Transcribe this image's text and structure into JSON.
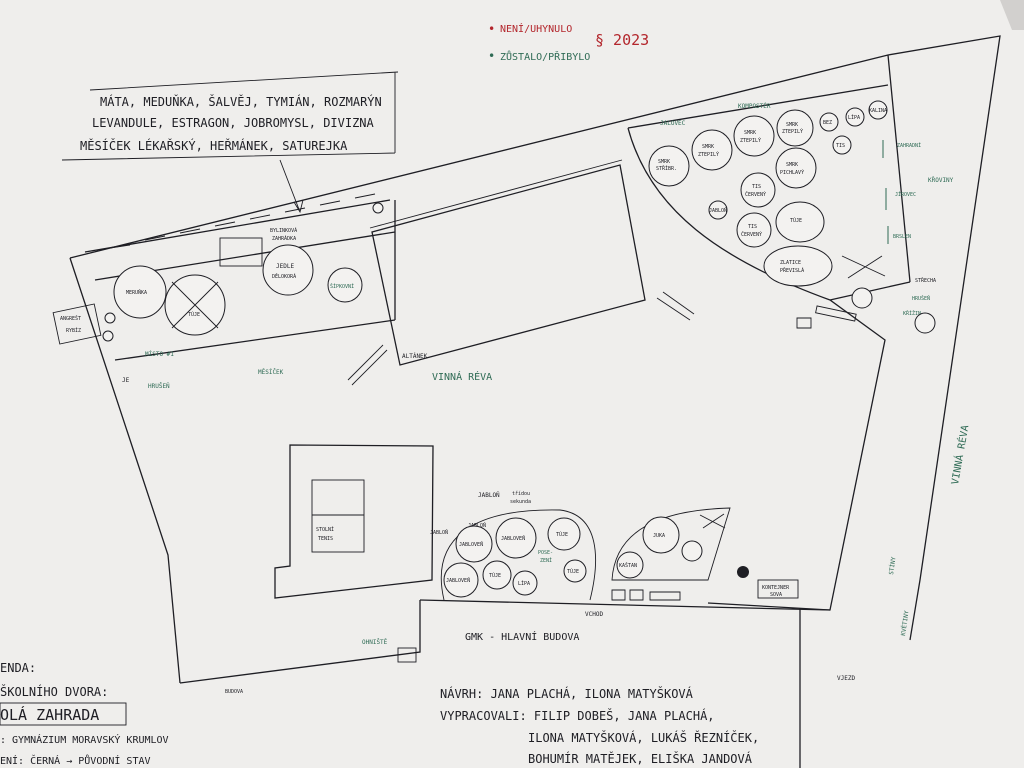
{
  "colors": {
    "paper": "#efeeec",
    "ink": "#1e1e24",
    "green": "#2f6b55",
    "red": "#b3262c"
  },
  "legend_top": {
    "red_dot": "•",
    "green_dot": "•",
    "red_text": "NENÍ/UHYNULO",
    "green_text": "ZŮSTALO/PŘIBYLO",
    "paragraph": "§ 2023"
  },
  "herbs_note": {
    "line1": "MÁTA, MEDUŇKA, ŠALVĚJ, TYMIÁN, ROZMARÝN",
    "line2": "LEVANDULE, ESTRAGON, JOBROMYSL, DIVIZNA",
    "line3": "MĚSÍČEK LÉKAŘSKÝ, HEŘMÁNEK, SATUREJKA"
  },
  "labels": {
    "angrest_1": "ANGREŠT",
    "angrest_2": "RYBÍZ",
    "meruna": "MERUŇKA",
    "tuje": "TÚJE",
    "jedle_1": "JEDLE",
    "jedle_2": "DĚLOKORÁ",
    "bylinky_1": "BYLINKOVÁ",
    "bylinky_2": "ZAHRÁDKA",
    "sikory": "ŠÍPKOVNÍ",
    "misto": "MÍSTO #1",
    "je": "JE",
    "hrusen": "HRUŠEŇ",
    "mesicek": "MĚSÍČEK",
    "altanek": "ALTÁNEK",
    "vinna_reva": "VINNÁ RÉVA",
    "jalovec_box": "JALOVEC",
    "kompost": "KOMPOSTÉR",
    "smrk_a_1": "SMRK",
    "smrk_a_2": "STŘÍBR.",
    "smrk_b_1": "SMRK",
    "smrk_b_2": "ZTEPILÝ",
    "smrk_c_1": "SMRK",
    "smrk_c_2": "ZTEPILÝ",
    "smrk_d_1": "SMRK",
    "smrk_d_2": "ZTEPILÝ",
    "smrk_e_1": "SMRK",
    "smrk_e_2": "PICHLAVÝ",
    "tis_a_1": "TIS",
    "tis_a_2": "ČERVENÝ",
    "tis_b_1": "TIS",
    "tis_b_2": "ČERVENÝ",
    "tuje_r": "TÚJE",
    "zlatice_1": "ZLATICE",
    "zlatice_2": "PŘEVISLÁ",
    "bez": "BEZ",
    "lipa": "LÍPA",
    "kalina": "KALINA",
    "tis_small": "TIS",
    "jabl_small": "JABLOŇ",
    "zahradni_1": "ZAHRADNÍ",
    "zahradni_2": "KŘOVINY",
    "jirovec": "JÍROVEC",
    "bryslice": "BRSLEN",
    "kriziny": "KŘÍŽIN",
    "strecha": "STŘECHA",
    "hrusen_r": "HRUŠEŇ",
    "vinna_reva_r": "VINNÁ RÉVA",
    "kvetiny": "KVĚTINY",
    "stiny": "STÍNY",
    "stolni_1": "STOLNÍ",
    "stolni_2": "TENIS",
    "jablon_top": "JABLOŇ",
    "jablon_note_1": "třídou",
    "jablon_note_2": "sekunda",
    "jablon_1": "JABLOŇ",
    "jablon_2": "JABLOŇ",
    "jabloven_a": "JABLOVEŇ",
    "jabloven_b": "JABLOVEŇ",
    "jabloven_c": "JABLOVEŇ",
    "tuje_a": "TÚJE",
    "tuje_b": "TÚJE",
    "tuje_c": "TÚJE",
    "lipa_b": "LÍPA",
    "posezeni_1": "POSE-",
    "posezeni_2": "ZENÍ",
    "juka": "JUKA",
    "katka": "KAŠTAN",
    "kompost_2": "KONTEJNER",
    "sova": "SOVA",
    "vchod": "VCHOD",
    "ohnisko": "OHNIŠTĚ",
    "gmk": "GMK - HLAVNÍ BUDOVA",
    "budova": "BUDOVA",
    "vjezd": "VJEZD"
  },
  "legend_bottom": {
    "l1": "ENDA:",
    "l2": "ŠKOLNÍHO DVORA:",
    "l3": "OLÁ ZAHRADA",
    "l4": ": GYMNÁZIUM MORAVSKÝ KRUMLOV",
    "l5": "ENÍ: ČERNÁ → PŮVODNÍ STAV"
  },
  "credits": {
    "l1": "NÁVRH: JANA PLACHÁ, ILONA MATYŠKOVÁ",
    "l2": "VYPRACOVALI: FILIP DOBEŠ, JANA PLACHÁ,",
    "l3": "ILONA MATYŠKOVÁ, LUKÁŠ ŘEZNÍČEK,",
    "l4": "BOHUMÍR MATĚJEK, ELIŠKA JANDOVÁ"
  }
}
